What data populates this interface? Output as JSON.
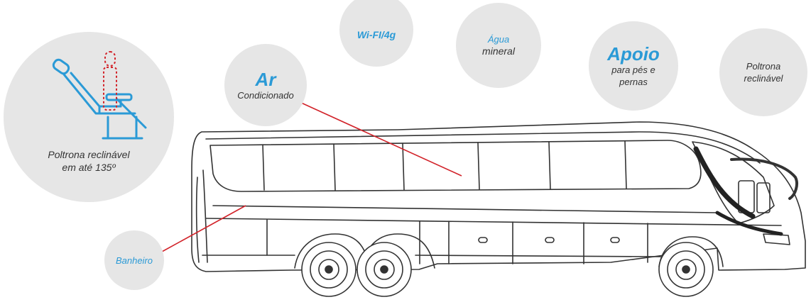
{
  "features": {
    "seat_135": {
      "line1": "Poltrona reclinável",
      "line2": "em até 135º"
    },
    "ac": {
      "title": "Ar",
      "subtitle": "Condicionado"
    },
    "wifi": {
      "label": "Wi-FI/4g"
    },
    "water": {
      "line1": "Água",
      "line2": "mineral"
    },
    "support": {
      "title": "Apoio",
      "line1": "para pés e",
      "line2": "pernas"
    },
    "seat": {
      "line1": "Poltrona",
      "line2": "reclinável"
    },
    "bathroom": {
      "label": "Banheiro"
    }
  },
  "colors": {
    "accent": "#2b9ad6",
    "bubble": "#e6e6e6",
    "pointer": "#d2232a",
    "outline": "#333333"
  },
  "icons": {
    "seat": "reclining-seat-icon"
  }
}
